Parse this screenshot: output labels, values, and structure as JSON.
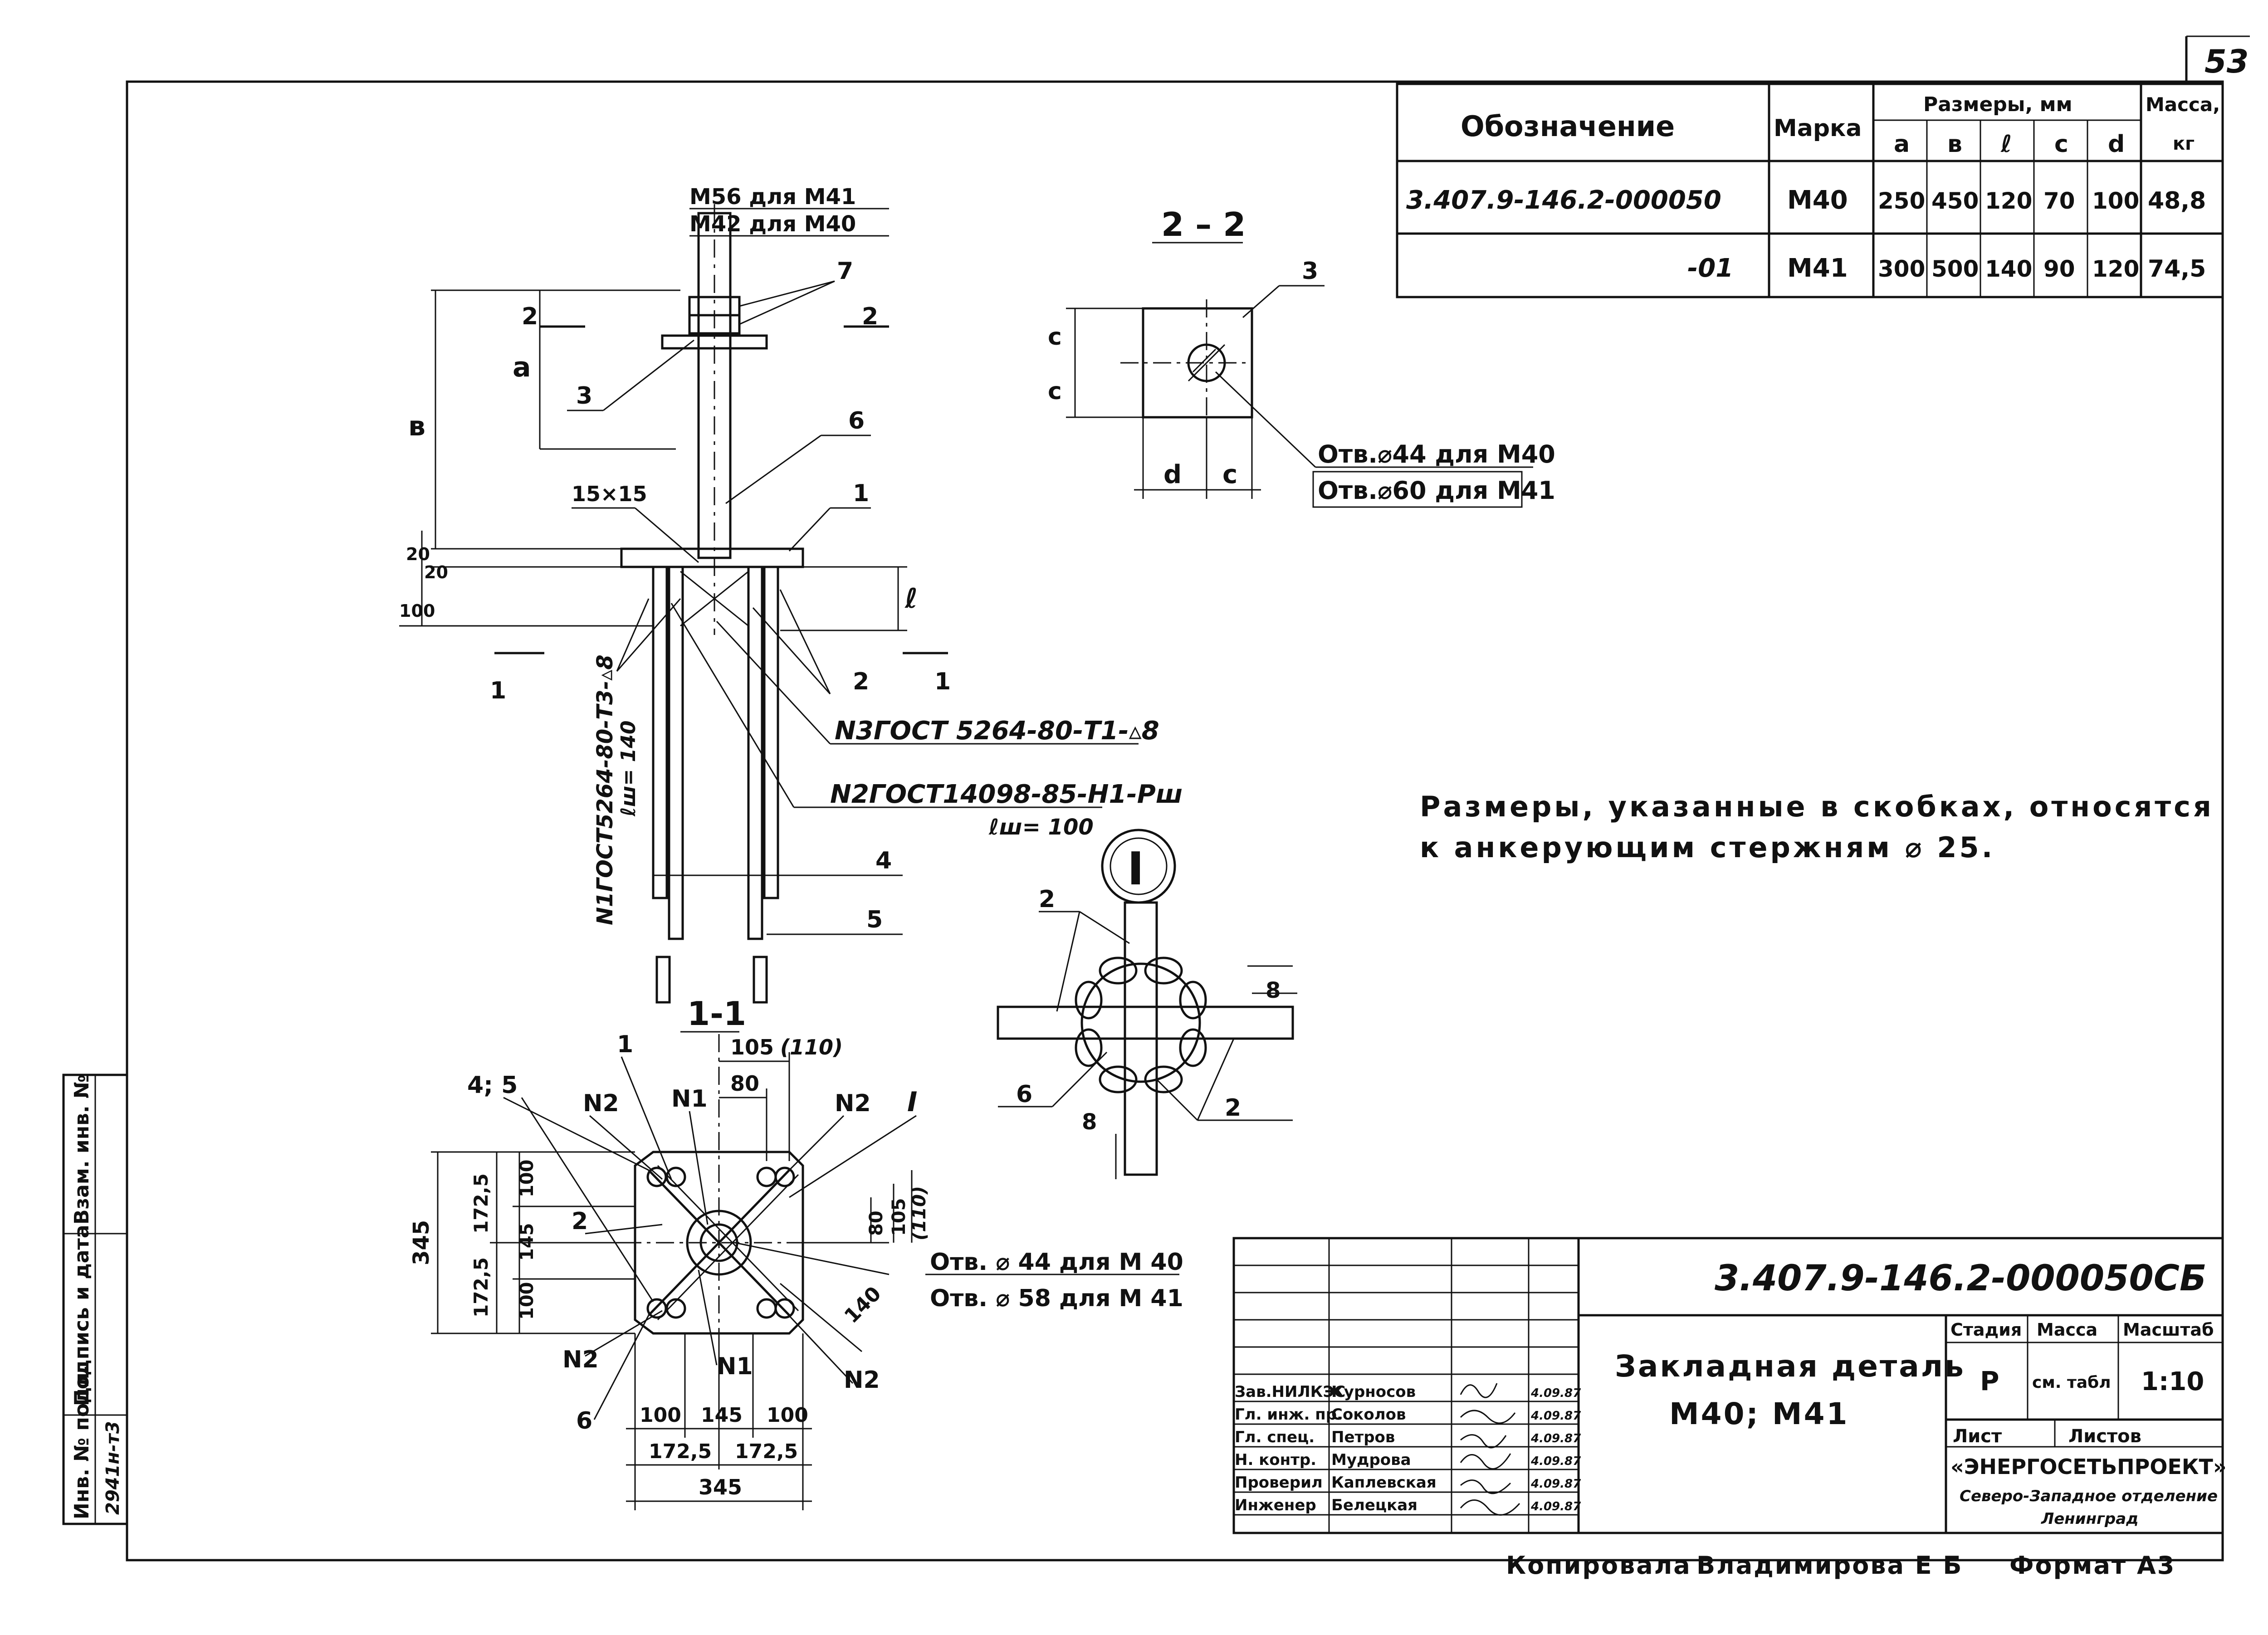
{
  "page": {
    "sheet_number": "53"
  },
  "spec_table": {
    "headers": {
      "designation": "Обозначение",
      "mark": "Марка",
      "sizes": "Размеры, мм",
      "mass": "Масса,",
      "mass_unit": "кг"
    },
    "columns": [
      "a",
      "в",
      "ℓ",
      "c",
      "d"
    ],
    "rows": [
      {
        "designation": "3.407.9-146.2-000050",
        "mark": "М40",
        "a": "250",
        "b": "450",
        "l": "120",
        "c": "70",
        "d": "100",
        "mass": "48,8"
      },
      {
        "designation": "-01",
        "mark": "М41",
        "a": "300",
        "b": "500",
        "l": "140",
        "c": "90",
        "d": "120",
        "mass": "74,5"
      }
    ]
  },
  "elevation": {
    "labels": {
      "m56": "М56 для М41",
      "m42": "М42 для М40",
      "dim_a": "a",
      "dim_b": "в",
      "dim_l": "ℓ",
      "dim_20a": "20",
      "dim_20b": "20",
      "dim_100": "100",
      "weld_15": "15×15",
      "pos3": "3",
      "pos7": "7",
      "pos6": "6",
      "pos1": "1",
      "pos2": "2",
      "pos4": "4",
      "pos5": "5",
      "cut2_left": "2",
      "cut2_right": "2",
      "cut1_left": "1",
      "cut1_right": "1",
      "weld_n3": "N3ГОСТ 5264-80-Т1-▵8",
      "weld_n2": "N2ГОСТ14098-85-Н1-Рш",
      "weld_n2_len": "ℓш= 100",
      "weld_n1": "N1ГОСТ5264-80-Т3-▵8",
      "weld_n1_len": "ℓш= 140"
    }
  },
  "section22": {
    "title": "2 – 2",
    "pos3": "3",
    "dim_c1": "c",
    "dim_c2": "c",
    "dim_d": "d",
    "dim_c3": "c",
    "hole_m40": "Отв.⌀44 для М40",
    "hole_m41": "Отв.⌀60 для М41"
  },
  "note": {
    "line1": "Размеры, указанные в скобках, относятся",
    "line2": "к анкерующим стержням ⌀ 25."
  },
  "detail1": {
    "marker": "I",
    "pos2a": "2",
    "pos2b": "2",
    "pos6": "6",
    "dim8a": "8",
    "dim8b": "8"
  },
  "section11": {
    "title": "1-1",
    "labels": {
      "pos1": "1",
      "pos45": "4; 5",
      "n2a": "N2",
      "n1a": "N1",
      "n2b": "N2",
      "marker_i": "I",
      "pos2": "2",
      "n2c": "N2",
      "pos6": "6",
      "n1b": "N1",
      "n2d": "N2",
      "dim105": "105",
      "dim110": "(110)",
      "dim80": "80",
      "dim_v80": "80",
      "dim_v105": "105",
      "dim_v110": "(110)",
      "dim140": "140",
      "dim345v": "345",
      "dim1725a": "172,5",
      "dim1725b": "172,5",
      "dim100a": "100",
      "dim145": "145",
      "dim100b": "100",
      "b100a": "100",
      "b145": "145",
      "b100b": "100",
      "b1725a": "172,5",
      "b1725b": "172,5",
      "b345": "345",
      "hole_m40": "Отв. ⌀ 44 для М 40",
      "hole_m41": "Отв. ⌀ 58 для М 41"
    }
  },
  "side_stamp": {
    "col1": "Инв. № подл.",
    "col2": "Подпись и дата",
    "col3": "Взам. инв. №",
    "inv_value": "2941н-т3"
  },
  "title_block": {
    "doc_code": "3.407.9-146.2-000050СБ",
    "title_line1": "Закладная деталь",
    "title_line2": "М40;  М41",
    "stage_label": "Стадия",
    "mass_label": "Масса",
    "scale_label": "Масштаб",
    "stage": "Р",
    "mass": "см. табл",
    "scale": "1:10",
    "sheet_label": "Лист",
    "sheets_label": "Листов",
    "org": "«ЭНЕРГОСЕТЬПРОЕКТ»",
    "org_branch": "Северо-Западное отделение",
    "org_city": "Ленинград",
    "signatures": [
      {
        "role": "Зав.НИЛКЭС",
        "name": "Курносов",
        "date": "4.09.87"
      },
      {
        "role": "Гл. инж. пр.",
        "name": "Соколов",
        "date": "4.09.87"
      },
      {
        "role": "Гл. спец.",
        "name": "Петров",
        "date": "4.09.87"
      },
      {
        "role": "Н. контр.",
        "name": "Мудрова",
        "date": "4.09.87"
      },
      {
        "role": "Проверил",
        "name": "Каплевская",
        "date": "4.09.87"
      },
      {
        "role": "Инженер",
        "name": "Белецкая",
        "date": "4.09.87"
      }
    ]
  },
  "footer": {
    "copied": "Копировала",
    "copier": "Владимирова Е Б",
    "format": "Формат А3"
  }
}
